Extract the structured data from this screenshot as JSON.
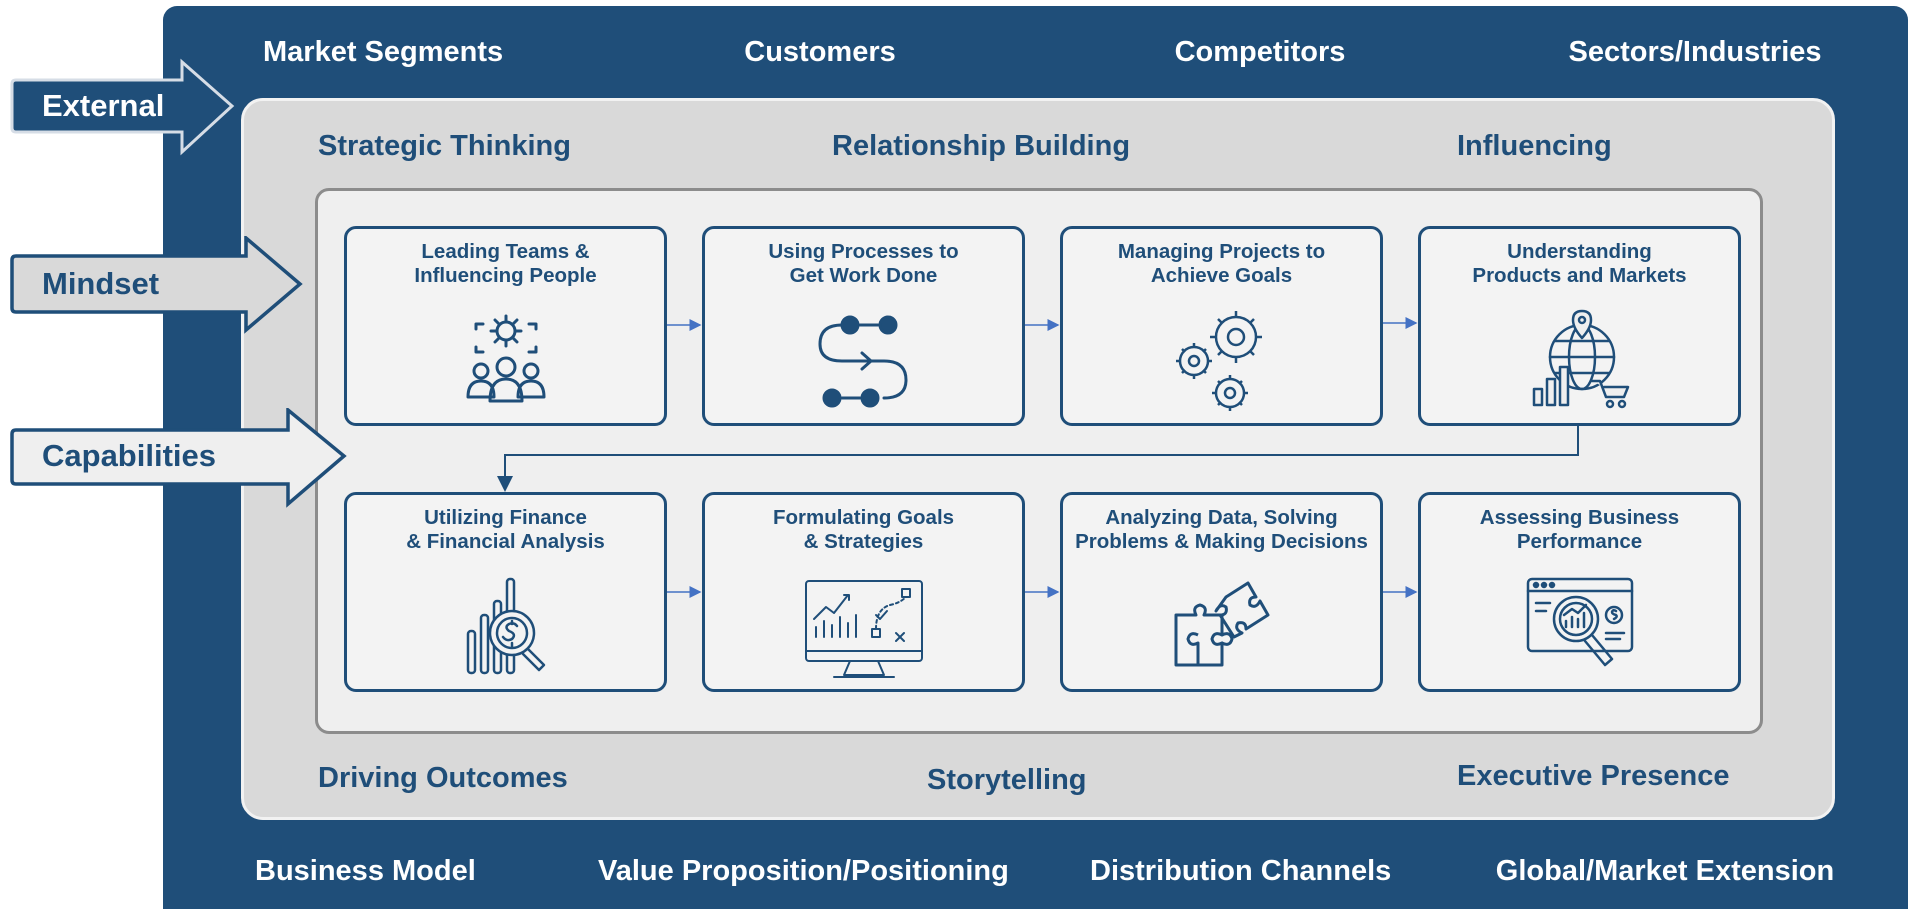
{
  "external": {
    "top": [
      "Market Segments",
      "Customers",
      "Competitors",
      "Sectors/Industries"
    ],
    "bottom": [
      "Business Model",
      "Value Proposition/Positioning",
      "Distribution Channels",
      "Global/Market Extension"
    ]
  },
  "mindset": {
    "top": [
      "Strategic Thinking",
      "Relationship Building",
      "Influencing"
    ],
    "bottom": [
      "Driving Outcomes",
      "Storytelling",
      "Executive Presence"
    ]
  },
  "side_arrows": [
    "External",
    "Mindset",
    "Capabilities"
  ],
  "capabilities": [
    {
      "title": "Leading Teams &\nInfluencing People",
      "icon": "team-gear-icon"
    },
    {
      "title": "Using Processes to\nGet Work Done",
      "icon": "process-flow-icon"
    },
    {
      "title": "Managing Projects to\nAchieve Goals",
      "icon": "gears-icon"
    },
    {
      "title": "Understanding\nProducts and Markets",
      "icon": "globe-market-icon"
    },
    {
      "title": "Utilizing Finance\n& Financial Analysis",
      "icon": "finance-magnifier-icon"
    },
    {
      "title": "Formulating Goals\n& Strategies",
      "icon": "strategy-monitor-icon"
    },
    {
      "title": "Analyzing Data, Solving\nProblems & Making Decisions",
      "icon": "puzzle-icon"
    },
    {
      "title": "Assessing Business\nPerformance",
      "icon": "performance-analysis-icon"
    }
  ],
  "colors": {
    "navy": "#1f4e79",
    "mid_gray": "#d9d9d9",
    "inner_gray": "#efefef",
    "arrow_blue": "#4472c4"
  }
}
